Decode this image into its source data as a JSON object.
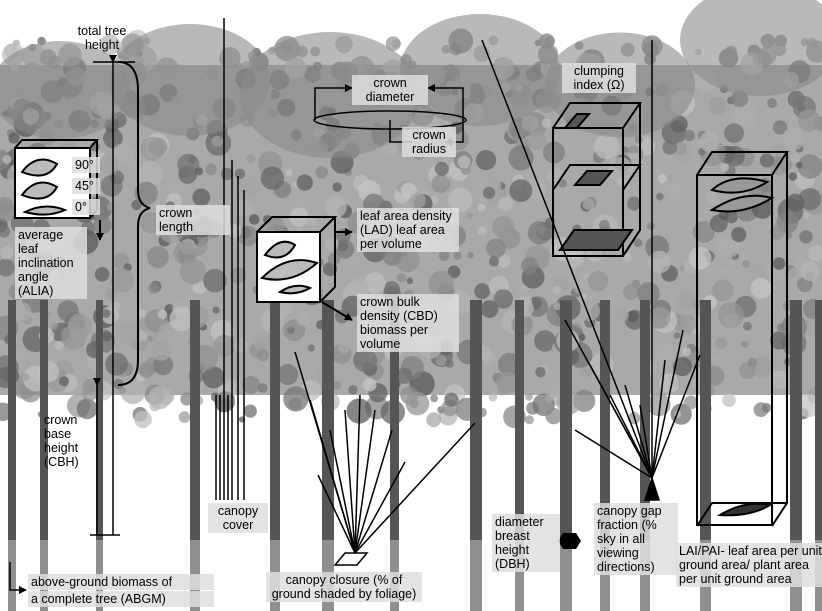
{
  "labels": {
    "total_tree_height": "total tree height",
    "crown_length": "crown length",
    "crown_diameter": "crown diameter",
    "crown_radius": "crown radius",
    "clumping_index": "clumping index (Ω)",
    "angle_90": "90°",
    "angle_45": "45°",
    "angle_0": "0°",
    "alia": "average leaf inclination angle (ALIA)",
    "lad": "leaf area density (LAD) leaf area per volume",
    "cbd": "crown bulk density (CBD) biomass per volume",
    "cbh": "crown base height (CBH)",
    "canopy_cover": "canopy cover",
    "canopy_closure": "canopy closure (% of ground shaded by foliage)",
    "dbh": "diameter breast height (DBH)",
    "gap_fraction": "canopy gap fraction (% sky in all viewing directions)",
    "lai_pai": "LAI/PAI- leaf area per unit ground area/ plant area per unit ground area",
    "abgm_line1": "above-ground biomass of",
    "abgm_line2": "a complete tree (ABGM)"
  },
  "colors": {
    "foliage": "#8a8a8a",
    "trunk": "#555555",
    "label_bg": "#dedede",
    "line": "#000000"
  }
}
